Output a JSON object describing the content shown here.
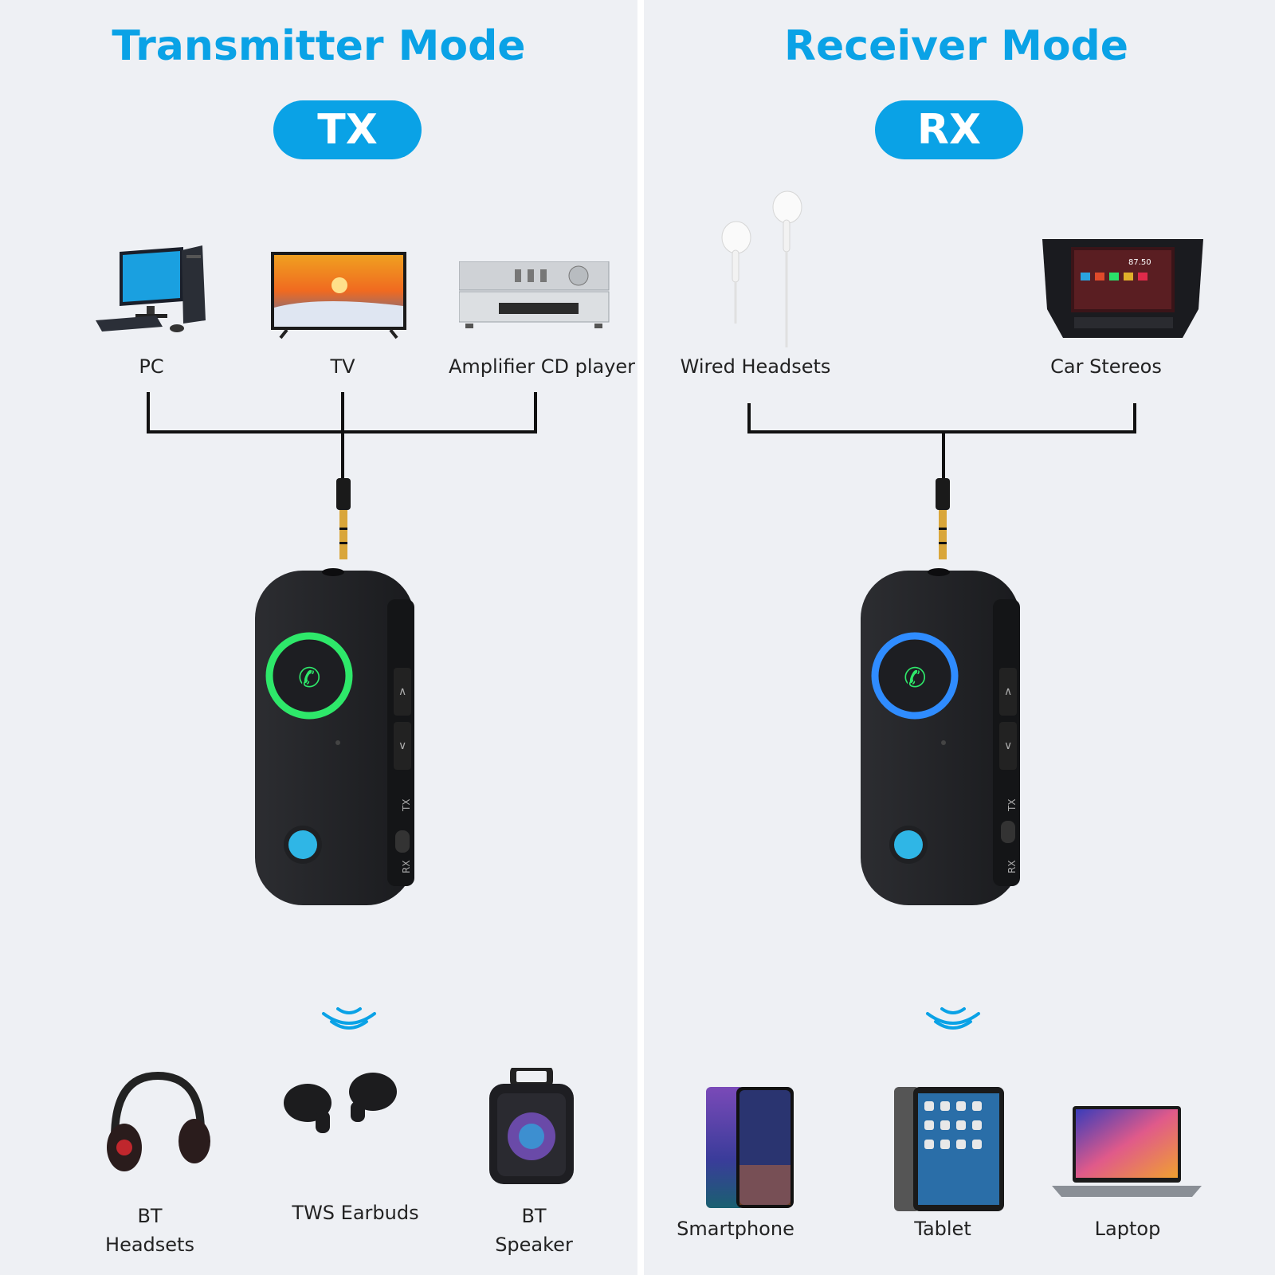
{
  "left": {
    "title": "Transmitter Mode",
    "badge": "TX",
    "sources": [
      "PC",
      "TV",
      "Amplifier CD player"
    ],
    "targets": [
      [
        "BT",
        "Headsets"
      ],
      [
        "TWS Earbuds"
      ],
      [
        "BT",
        "Speaker"
      ]
    ],
    "ring_color": "#2ee86a"
  },
  "right": {
    "title": "Receiver Mode",
    "badge": "RX",
    "sources": [
      "Wired Headsets",
      "Car Stereos"
    ],
    "targets": [
      "Smartphone",
      "Tablet",
      "Laptop"
    ],
    "ring_color": "#2f8cff"
  },
  "device": {
    "switch_top": "TX",
    "switch_bottom": "RX"
  },
  "colors": {
    "accent": "#0aa2e6",
    "background": "#eef0f4"
  }
}
